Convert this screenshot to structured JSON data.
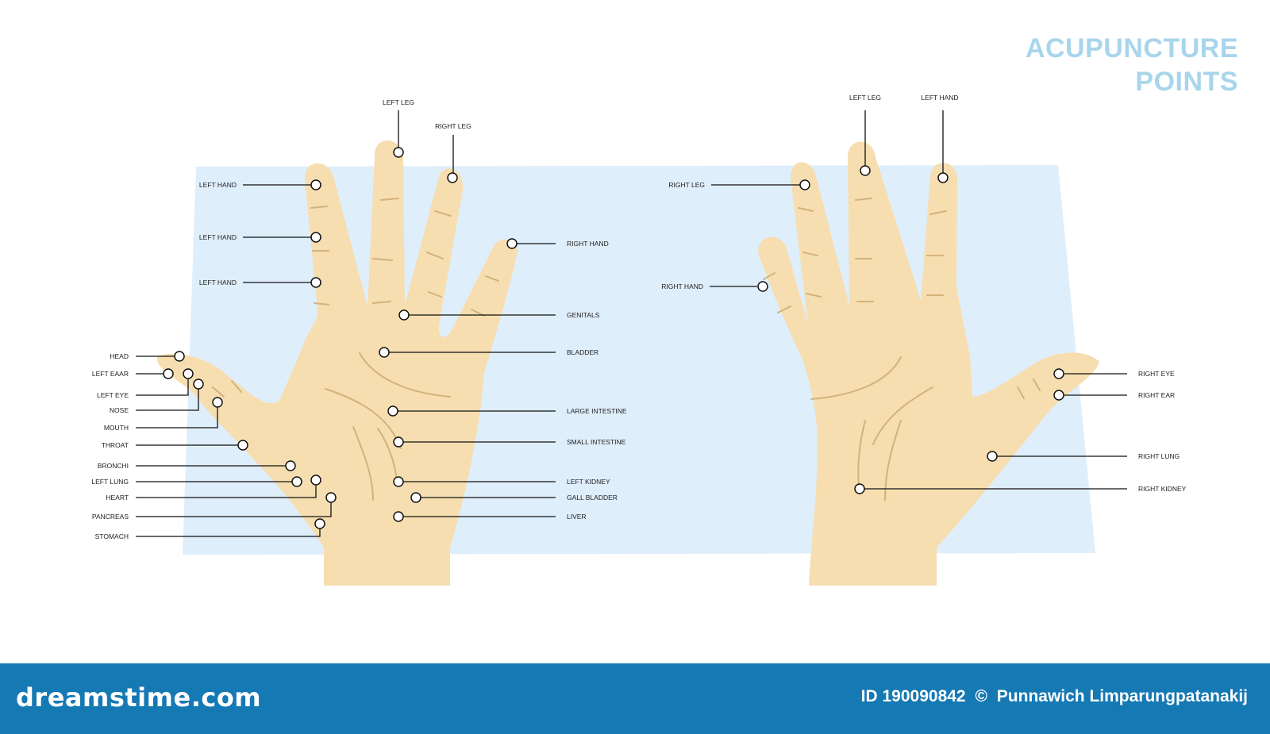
{
  "title": {
    "line1": "ACUPUNCTURE",
    "line2": "POINTS"
  },
  "colors": {
    "background_panel": "#dfeefb",
    "skin": "#f6deb0",
    "crease": "#c8a46a",
    "title": "#a8d5ec",
    "footer": "#1579b4"
  },
  "left_hand": {
    "labels": {
      "left_leg_top": "LEFT LEG",
      "right_leg_top": "RIGHT LEG",
      "left_hand_1": "LEFT HAND",
      "left_hand_2": "LEFT HAND",
      "left_hand_3": "LEFT HAND",
      "right_hand": "RIGHT HAND",
      "genitals": "GENITALS",
      "bladder": "BLADDER",
      "large_intestine": "LARGE INTESTINE",
      "small_intestine": "SMALL INTESTINE",
      "left_kidney": "LEFT KIDNEY",
      "gall_bladder": "GALL BLADDER",
      "liver": "LIVER",
      "head": "HEAD",
      "left_ear": "LEFT EAAR",
      "left_eye": "LEFT EYE",
      "nose": "NOSE",
      "mouth": "MOUTH",
      "throat": "THROAT",
      "bronchi": "BRONCHI",
      "left_lung": "LEFT LUNG",
      "heart": "HEART",
      "pancreas": "PANCREAS",
      "stomach": "STOMACH"
    }
  },
  "right_hand": {
    "labels": {
      "left_leg_top": "LEFT LEG",
      "left_hand_top": "LEFT HAND",
      "right_leg": "RIGHT LEG",
      "right_hand": "RIGHT HAND",
      "right_eye": "RIGHT EYE",
      "right_ear": "RIGHT EAR",
      "right_lung": "RIGHT LUNG",
      "right_kidney": "RIGHT KIDNEY"
    }
  },
  "footer": {
    "brand": "dreamstime.com",
    "id_text": "ID 190090842",
    "copyright_symbol": "©",
    "author": "Punnawich Limparungpatanakij"
  }
}
